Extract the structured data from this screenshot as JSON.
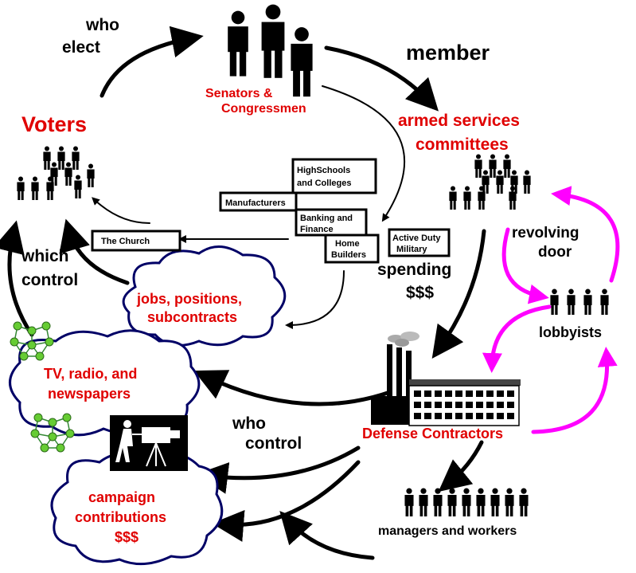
{
  "nodes": {
    "voters": "Voters",
    "senators_line1": "Senators &",
    "senators_line2": "Congressmen",
    "committees_line1": "armed services",
    "committees_line2": "committees",
    "lobbyists": "lobbyists",
    "defense_contractors": "Defense Contractors",
    "managers_workers": "managers and workers",
    "jobs_line1": "jobs, positions,",
    "jobs_line2": "subcontracts",
    "media_line1": "TV, radio, and",
    "media_line2": "newspapers",
    "campaign_line1": "campaign",
    "campaign_line2": "contributions",
    "campaign_line3": "$$$"
  },
  "edges": {
    "who_elect_line1": "who",
    "who_elect_line2": "elect",
    "member": "member",
    "revolving_line1": "revolving",
    "revolving_line2": "door",
    "spending_line1": "spending",
    "spending_line2": "$$$",
    "which_control_line1": "which",
    "which_control_line2": "control",
    "who_control_line1": "who",
    "who_control_line2": "control"
  },
  "sectors": {
    "highschools_line1": "HighSchools",
    "highschools_line2": "and Colleges",
    "manufacturers": "Manufacturers",
    "banking_line1": "Banking and",
    "banking_line2": "Finance",
    "church": "The Church",
    "home_line1": "Home",
    "home_line2": "Builders",
    "military_line1": "Active Duty",
    "military_line2": "Military"
  },
  "colors": {
    "label_red": "#e00000",
    "revolving_arrow": "#ff00ff",
    "cloud_border": "#000066",
    "molecule_green": "#66cc33"
  }
}
